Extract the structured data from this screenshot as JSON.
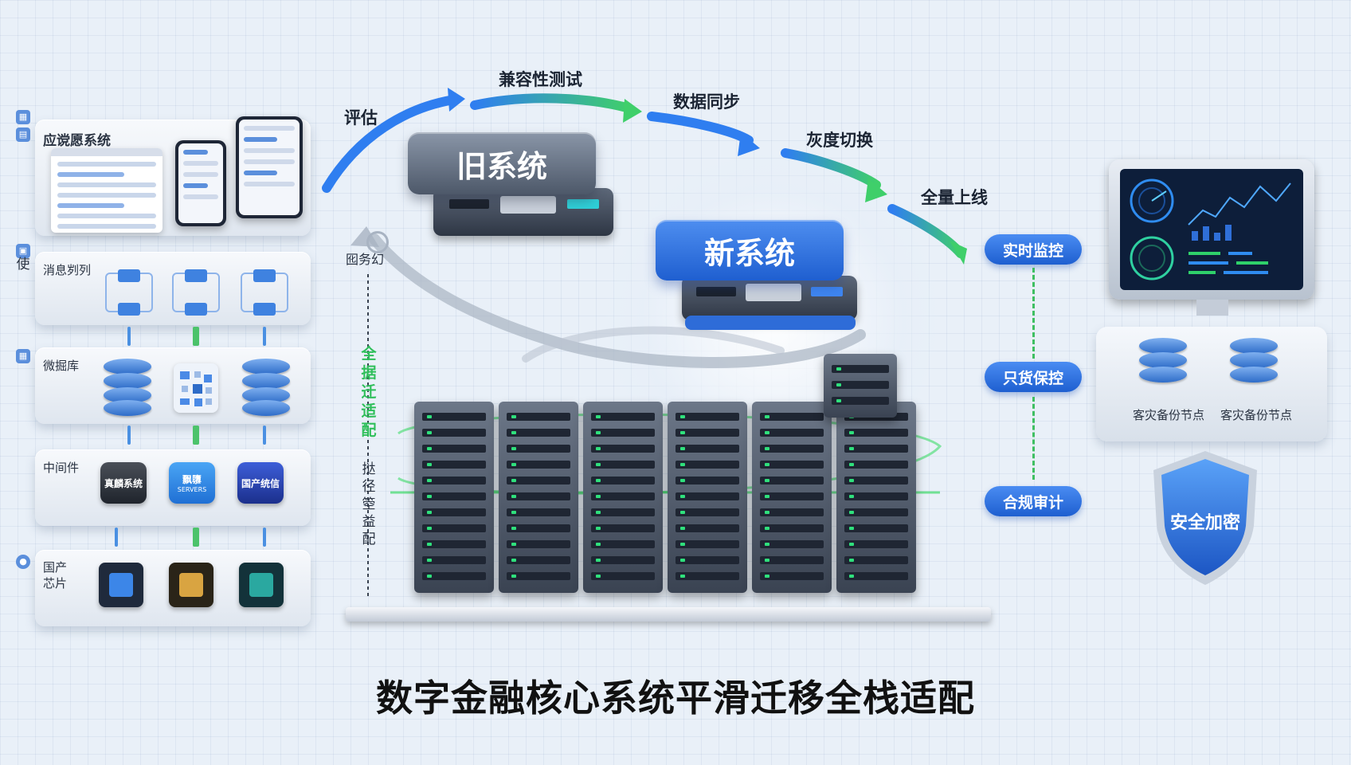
{
  "title": "数字金融核心系统平滑迁移全栈适配",
  "stack": {
    "side_mark": "使",
    "app_layer": "应谠愿系统",
    "mq_layer": "消息刿列",
    "db_layer": "微掘库",
    "middleware_layer": "中间件",
    "middleware_items": [
      "真麟系统",
      "飘隳",
      "国产统信"
    ],
    "middleware_subtext": "SERVERS",
    "chip_layer_line1": "国产",
    "chip_layer_line2": "芯片"
  },
  "systems": {
    "old": "旧系统",
    "new": "新系统"
  },
  "flow_steps": [
    "评估",
    "兼容性测试",
    "数据同步",
    "灰度切换",
    "全量上线"
  ],
  "rollback_label": "囮务幻",
  "vertical_green": [
    "全",
    "据",
    "迁",
    "适",
    "配"
  ],
  "vertical_dark": [
    "挞",
    "径",
    "箜",
    "益",
    "配"
  ],
  "ops_chain": [
    "实时监控",
    "只货保控",
    "合规审计"
  ],
  "dr_nodes": [
    "客灾备份节点",
    "客灾备份节点"
  ],
  "shield_label": "安全加密",
  "colors": {
    "accent": "#1e5fd0",
    "flow_blue": "#2f7ef0",
    "flow_green": "#3fcf6a",
    "text": "#1b2433"
  }
}
